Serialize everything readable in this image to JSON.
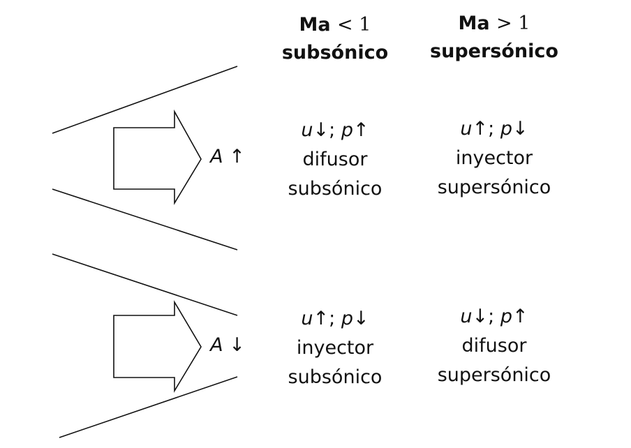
{
  "columns": [
    {
      "ma_label": "Ma",
      "ma_relation": "< 1",
      "regime": "subsónico"
    },
    {
      "ma_label": "Ma",
      "ma_relation": "> 1",
      "regime": "supersónico"
    }
  ],
  "rows": [
    {
      "area_symbol": "A",
      "area_arrow": "↑",
      "cells": [
        {
          "u": "u",
          "u_arrow": "↓",
          "sep": ";",
          "p": "p",
          "p_arrow": "↑",
          "device": "difusor",
          "regime": "subsónico"
        },
        {
          "u": "u",
          "u_arrow": "↑",
          "sep": ";",
          "p": "p",
          "p_arrow": "↓",
          "device": "inyector",
          "regime": "supersónico"
        }
      ]
    },
    {
      "area_symbol": "A",
      "area_arrow": "↓",
      "cells": [
        {
          "u": "u",
          "u_arrow": "↑",
          "sep": ";",
          "p": "p",
          "p_arrow": "↓",
          "device": "inyector",
          "regime": "subsónico"
        },
        {
          "u": "u",
          "u_arrow": "↓",
          "sep": ";",
          "p": "p",
          "p_arrow": "↑",
          "device": "difusor",
          "regime": "supersónico"
        }
      ]
    }
  ]
}
